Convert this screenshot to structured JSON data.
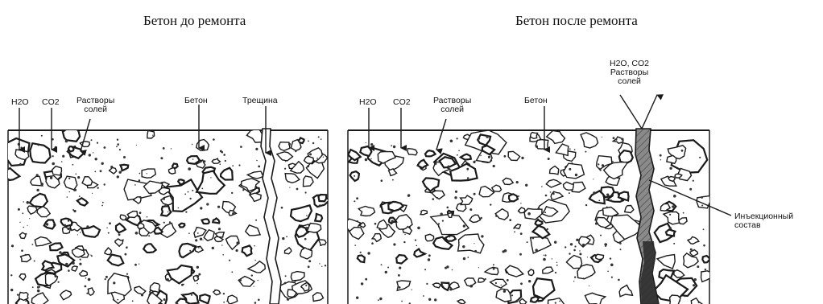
{
  "panels": {
    "before": {
      "title": "Бетон до ремонта",
      "labels": {
        "water": "H2O",
        "co2": "CO2",
        "salts_line1": "Растворы",
        "salts_line2": "солей",
        "concrete": "Бетон",
        "crack": "Трещина"
      }
    },
    "after": {
      "title": "Бетон после ремонта",
      "labels": {
        "water": "H2O",
        "co2": "CO2",
        "salts_line1": "Растворы",
        "salts_line2": "солей",
        "concrete": "Бетон",
        "deflected_line1": "H2O, CO2",
        "deflected_line2": "Растворы",
        "deflected_line3": "солей",
        "injection_line1": "Инъекционный",
        "injection_line2": "состав"
      }
    }
  },
  "colors": {
    "ink": "#1a1a1a",
    "injection_fill": "#8a8a8a",
    "injection_dark": "#2e2e2e",
    "background": "#ffffff"
  }
}
